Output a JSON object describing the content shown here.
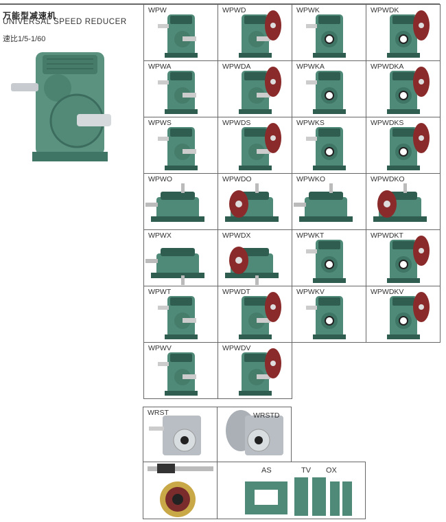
{
  "header": {
    "title_cn": "万能型减速机",
    "title_en": "UNIVERSAL  SPEED REDUCER",
    "ratio": "速比1/5-1/60"
  },
  "colors": {
    "housing": "#4f8a78",
    "housing_dark": "#2f5d50",
    "flange": "#8a2a2a",
    "aluminum": "#b8bec4",
    "border": "#666666"
  },
  "models": [
    [
      "WPW",
      "WPWD",
      "WPWK",
      "WPWDK"
    ],
    [
      "WPWA",
      "WPWDA",
      "WPWKA",
      "WPWDKA"
    ],
    [
      "WPWS",
      "WPWDS",
      "WPWKS",
      "WPWDKS"
    ],
    [
      "WPWO",
      "WPWDO",
      "WPWKO",
      "WPWDKO"
    ],
    [
      "WPWX",
      "WPWDX",
      "WPWKT",
      "WPWDKT"
    ],
    [
      "WPWT",
      "WPWDT",
      "WPWKV",
      "WPWDKV"
    ],
    [
      "WPWV",
      "WPWDV"
    ]
  ],
  "aluminum_models": [
    "WRST",
    "WRSTD"
  ],
  "bases": {
    "as": "AS",
    "tv": "TV",
    "ox": "OX"
  }
}
